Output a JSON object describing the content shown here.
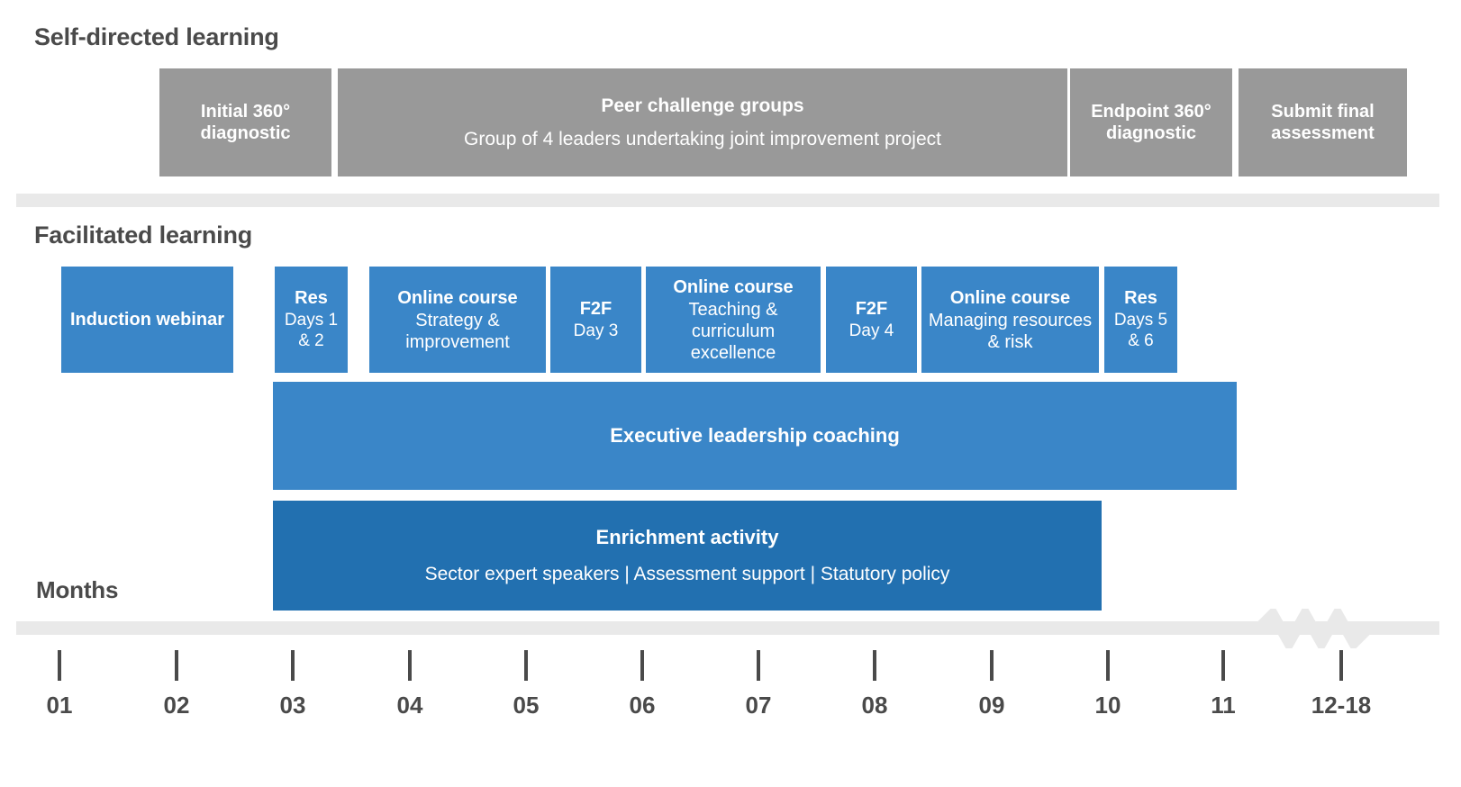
{
  "sections": {
    "self_directed": {
      "heading": "Self-directed learning",
      "items": [
        {
          "name": "initial-360-diagnostic",
          "title": "Initial 360° diagnostic",
          "sub": ""
        },
        {
          "name": "peer-challenge-groups",
          "title": "Peer challenge groups",
          "sub": "Group of 4 leaders undertaking joint improvement project"
        },
        {
          "name": "endpoint-360-diagnostic",
          "title": "Endpoint 360° diagnostic",
          "sub": ""
        },
        {
          "name": "submit-final-assessment",
          "title": "Submit final assessment",
          "sub": ""
        }
      ]
    },
    "facilitated": {
      "heading": "Facilitated learning",
      "modules": [
        {
          "name": "induction-webinar",
          "title": "Induction webinar",
          "sub": ""
        },
        {
          "name": "residential-days-1-2",
          "title": "Res",
          "sub": "Days 1 & 2"
        },
        {
          "name": "online-course-strategy",
          "title": "Online course",
          "sub": "Strategy & improvement"
        },
        {
          "name": "f2f-day-3",
          "title": "F2F",
          "sub": "Day 3"
        },
        {
          "name": "online-course-teaching",
          "title": "Online course",
          "sub": "Teaching & curriculum excellence"
        },
        {
          "name": "f2f-day-4",
          "title": "F2F",
          "sub": "Day 4"
        },
        {
          "name": "online-course-resources",
          "title": "Online course",
          "sub": "Managing resources & risk"
        },
        {
          "name": "residential-days-5-6",
          "title": "Res",
          "sub": "Days 5 & 6"
        }
      ],
      "bars": [
        {
          "name": "executive-leadership-coaching",
          "title": "Executive leadership coaching",
          "sub": ""
        },
        {
          "name": "enrichment-activity",
          "title": "Enrichment activity",
          "sub": "Sector expert speakers  |  Assessment support  |  Statutory policy"
        }
      ]
    },
    "timeline": {
      "heading": "Months",
      "tick_labels": [
        "01",
        "02",
        "03",
        "04",
        "05",
        "06",
        "07",
        "08",
        "09",
        "10",
        "11",
        "12-18"
      ]
    }
  },
  "colors": {
    "grey_box": "#999999",
    "blue_box": "#3a86c8",
    "blue_dark_box": "#2270b0",
    "band": "#e9e9e9",
    "text_dark": "#4a4a4a",
    "text_light": "#ffffff"
  }
}
